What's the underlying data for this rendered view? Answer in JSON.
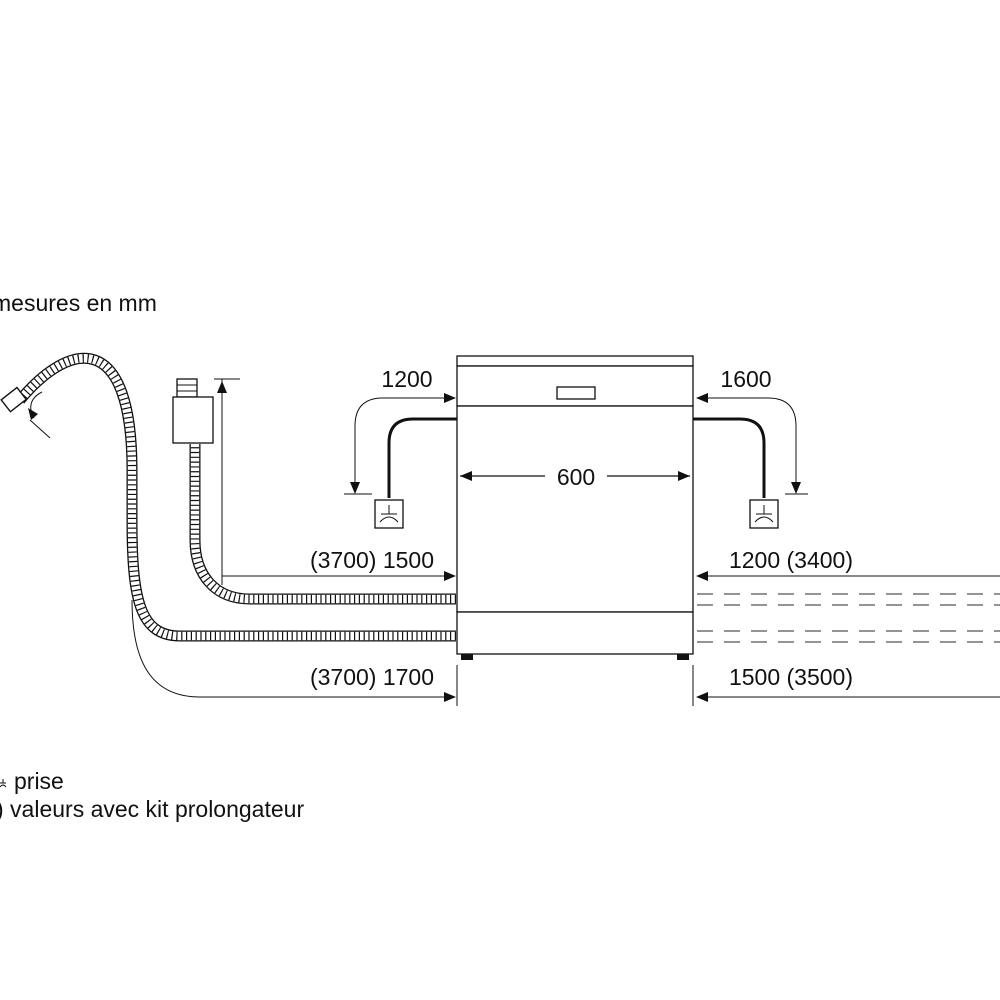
{
  "unit_note": "mesures en mm",
  "dimensions": {
    "width": "600",
    "left_outlet_drop": "1200",
    "right_outlet_drop": "1600",
    "left_inlet_hose": "(3700) 1500",
    "left_drain_hose": "(3700) 1700",
    "right_inlet_hose": "1200 (3400)",
    "right_drain_hose": "1500 (3500)"
  },
  "legend": {
    "socket_label": "prise",
    "extension_label": ") valeurs avec kit prolongateur"
  },
  "icons": [
    "socket-icon",
    "drain-hose-icon",
    "inlet-hose-icon",
    "aquastop-valve-icon",
    "dimension-arrow-icon"
  ]
}
